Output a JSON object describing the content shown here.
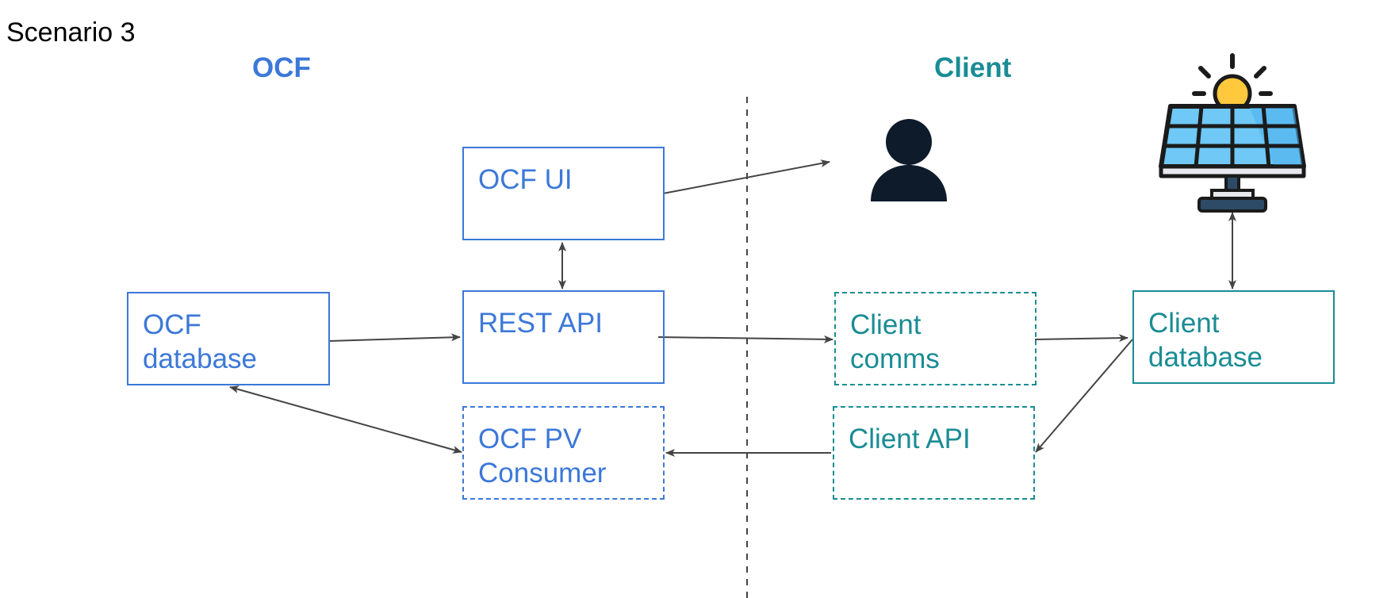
{
  "title": "Scenario 3",
  "sections": {
    "ocf": "OCF",
    "client": "Client"
  },
  "boxes": {
    "ocf_ui": "OCF UI",
    "rest_api": "REST API",
    "ocf_database": "OCF\ndatabase",
    "ocf_pv_consumer": "OCF PV\nConsumer",
    "client_comms": "Client\ncomms",
    "client_database": "Client\ndatabase",
    "client_api": "Client API"
  },
  "icons": {
    "user": "user-icon",
    "solar_panel": "solar-panel-icon"
  },
  "colors": {
    "ocf_blue": "#3c78d8",
    "client_teal": "#1a8c94",
    "arrow": "#444444",
    "user_icon": "#0d1b2a",
    "sun": "#ffc83d",
    "panel_cell": "#6fc8f5"
  }
}
